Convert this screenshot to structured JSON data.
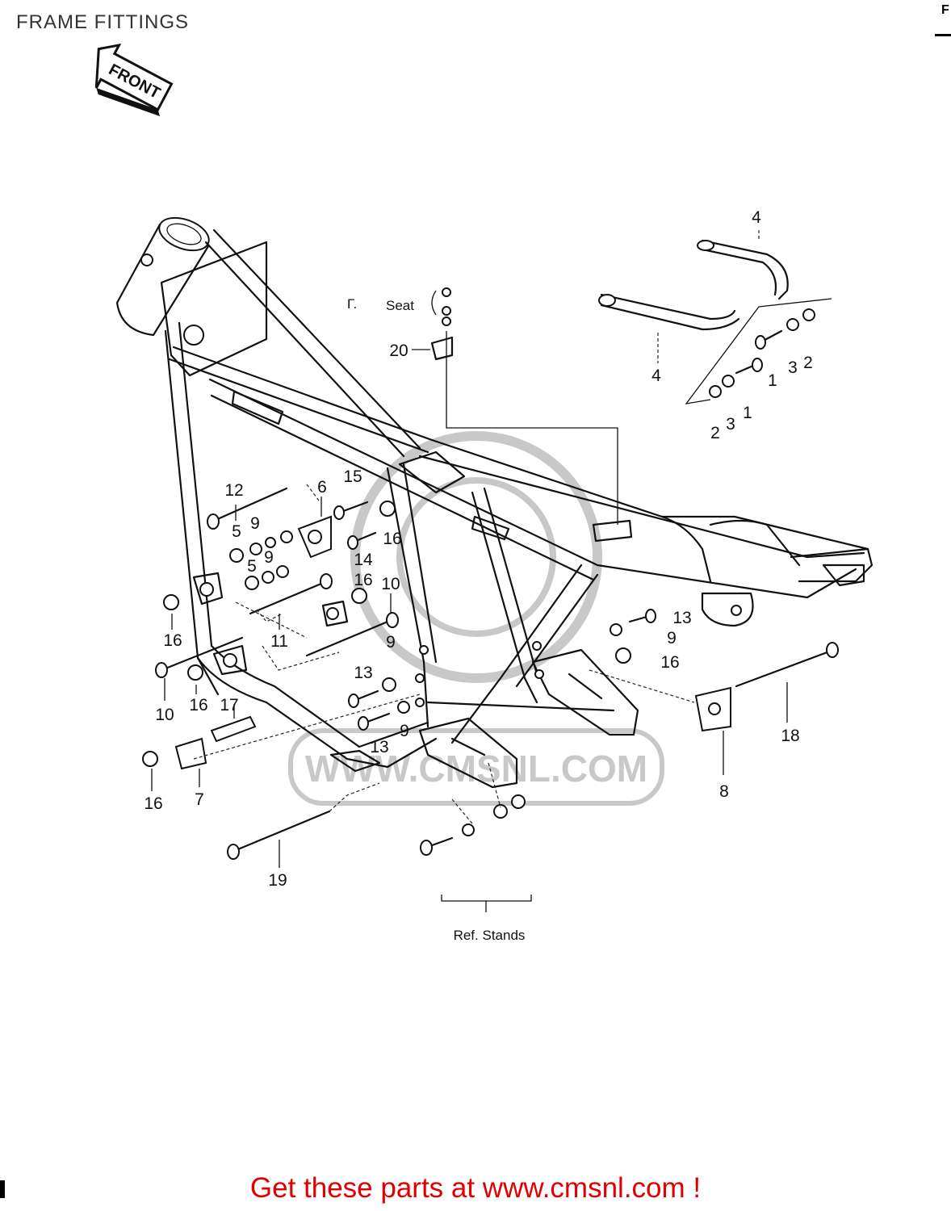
{
  "header": {
    "title": "FRAME FITTINGS",
    "corner_mark": "F"
  },
  "diagram": {
    "front_arrow": "FRONT",
    "seat_note": "Seat",
    "seat_note_prefix": "Γ.",
    "stands_ref": "Ref.  Stands",
    "watermark": "WWW.CMSNL.COM",
    "callouts": {
      "c1a": "1",
      "c1b": "1",
      "c2a": "2",
      "c2b": "2",
      "c3a": "3",
      "c3b": "3",
      "c4a": "4",
      "c4b": "4",
      "c5a": "5",
      "c5b": "5",
      "c6": "6",
      "c7": "7",
      "c8": "8",
      "c9a": "9",
      "c9b": "9",
      "c9c": "9",
      "c9d": "9",
      "c9e": "9",
      "c10a": "10",
      "c10b": "10",
      "c11": "11",
      "c12": "12",
      "c13a": "13",
      "c13b": "13",
      "c13c": "13",
      "c14": "14",
      "c15": "15",
      "c16a": "16",
      "c16b": "16",
      "c16c": "16",
      "c16d": "16",
      "c16e": "16",
      "c16f": "16",
      "c17": "17",
      "c18": "18",
      "c19": "19",
      "c20": "20"
    }
  },
  "footer": {
    "text": "Get these parts at www.cmsnl.com !"
  }
}
